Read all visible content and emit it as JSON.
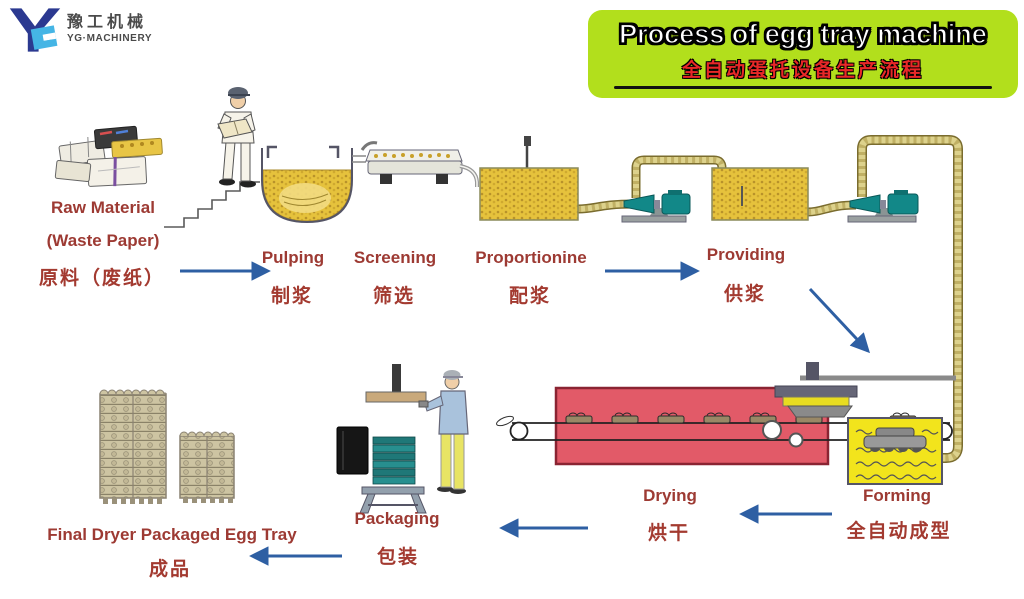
{
  "logo": {
    "zh": "豫工机械",
    "en": "YG·MACHINERY"
  },
  "banner": {
    "title": "Process of egg tray machine",
    "subtitle": "全自动蛋托设备生产流程",
    "bg_color": "#b2df1c",
    "title_color": "#ffffff",
    "subtitle_color": "#e82828"
  },
  "steps": {
    "raw_material": {
      "en1": "Raw Material",
      "en2": "(Waste Paper)",
      "zh": "原料（废纸）"
    },
    "pulping": {
      "en": "Pulping",
      "zh": "制浆"
    },
    "screening": {
      "en": "Screening",
      "zh": "筛选"
    },
    "proportionine": {
      "en": "Proportionine",
      "zh": "配浆"
    },
    "providing": {
      "en": "Providing",
      "zh": "供浆"
    },
    "forming": {
      "en": "Forming",
      "zh": "全自动成型"
    },
    "drying": {
      "en": "Drying",
      "zh": "烘干"
    },
    "packaging": {
      "en": "Packaging",
      "zh": "包装"
    },
    "final_product": {
      "en": "Final Dryer Packaged Egg Tray",
      "zh": "成品"
    }
  },
  "colors": {
    "label_text": "#9d3a33",
    "arrow": "#2e5fa3",
    "pulp_yellow": "#e6c23c",
    "forming_tank_yellow": "#f2e41c",
    "oven_red": "#e25a68",
    "pump_teal": "#128888",
    "pipe_khaki": "#ddd28c"
  }
}
